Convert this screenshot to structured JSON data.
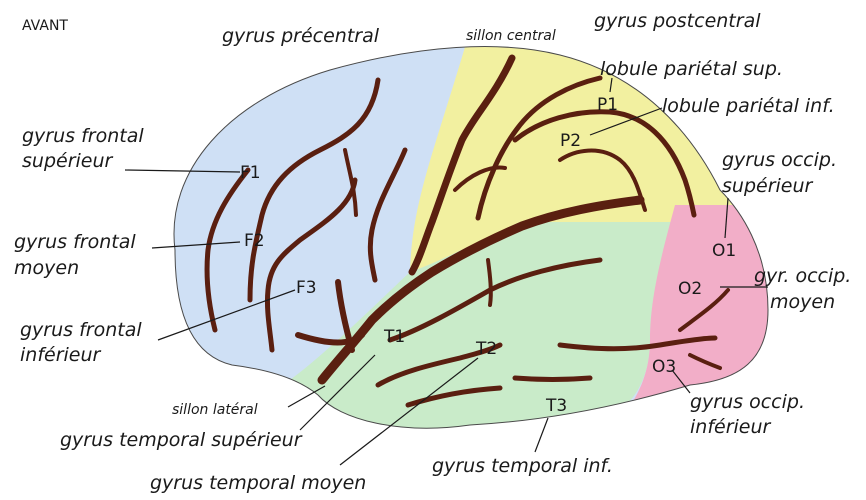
{
  "corner_label": "AVANT",
  "colors": {
    "frontal": "#cfe0f5",
    "parietal": "#f2f0a0",
    "temporal": "#c9ebc9",
    "occipital": "#f2aec8",
    "sulcus": "#5a1f10"
  },
  "labels": {
    "gyrus_precentral": "gyrus précentral",
    "sillon_central": "sillon central",
    "gyrus_postcentral": "gyrus postcentral",
    "lobule_parietal_sup": "lobule pariétal sup.",
    "lobule_parietal_inf": "lobule pariétal inf.",
    "gyrus_frontal_sup_1": "gyrus frontal",
    "gyrus_frontal_sup_2": "supérieur",
    "gyrus_occip_sup_1": "gyrus occip.",
    "gyrus_occip_sup_2": "supérieur",
    "gyrus_frontal_moyen_1": "gyrus frontal",
    "gyrus_frontal_moyen_2": "moyen",
    "gyr_occip_moyen_1": "gyr. occip.",
    "gyr_occip_moyen_2": "moyen",
    "gyrus_frontal_inf_1": "gyrus frontal",
    "gyrus_frontal_inf_2": "inférieur",
    "sillon_lateral": "sillon latéral",
    "gyrus_occip_inf_1": "gyrus occip.",
    "gyrus_occip_inf_2": "inférieur",
    "gyrus_temporal_sup": "gyrus temporal supérieur",
    "gyrus_temporal_inf": "gyrus temporal inf.",
    "gyrus_temporal_moyen": "gyrus temporal moyen"
  },
  "codes": {
    "F1": "F1",
    "F2": "F2",
    "F3": "F3",
    "P1": "P1",
    "P2": "P2",
    "O1": "O1",
    "O2": "O2",
    "O3": "O3",
    "T1": "T1",
    "T2": "T2",
    "T3": "T3"
  }
}
